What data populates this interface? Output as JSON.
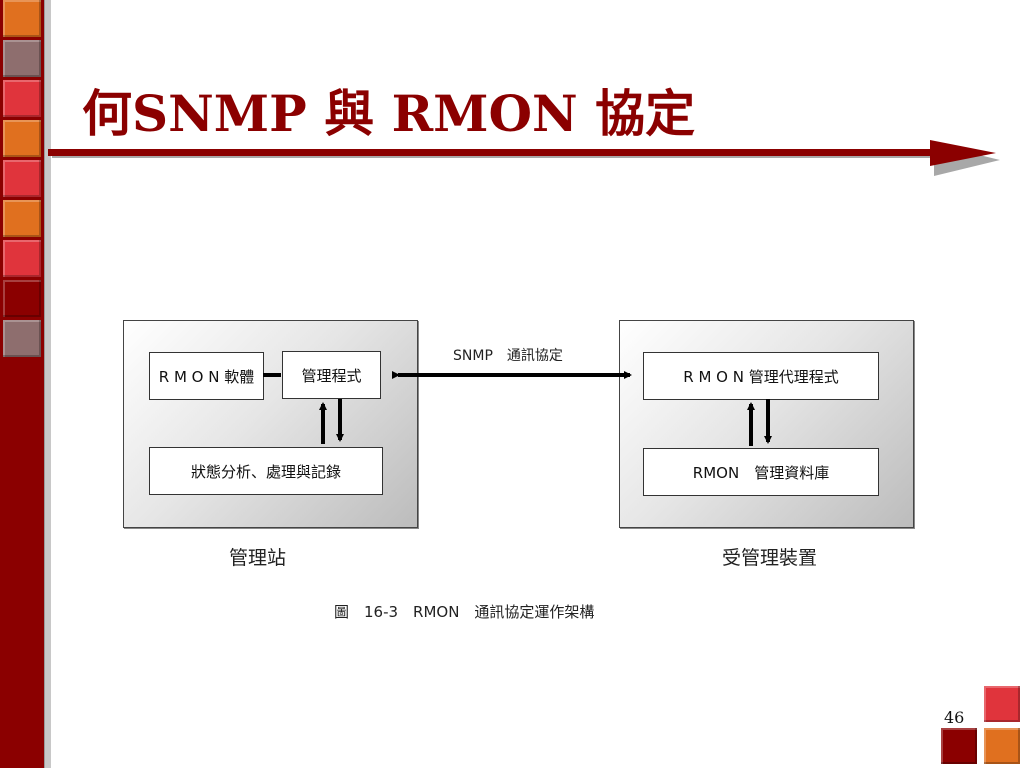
{
  "slide": {
    "title": "何SNMP 與 RMON 協定",
    "page_number": "46"
  },
  "diagram": {
    "manager_panel": {
      "caption": "管理站",
      "rmon_software": "R M O N 軟體",
      "management_program": "管理程式",
      "analysis": "狀態分析、處理與記錄"
    },
    "agent_panel": {
      "caption": "受管理裝置",
      "rmon_agent": "R M O N 管理代理程式",
      "rmon_mib": "RMON　管理資料庫"
    },
    "link_label": "SNMP　通訊協定",
    "figure_caption": "圖　16-3　RMON　通訊協定運作架構"
  },
  "colors": {
    "brand_red": "#8b0000",
    "tile_orange": "#e0701f",
    "tile_red": "#e0343c",
    "tile_gray": "#8e6e6e"
  }
}
